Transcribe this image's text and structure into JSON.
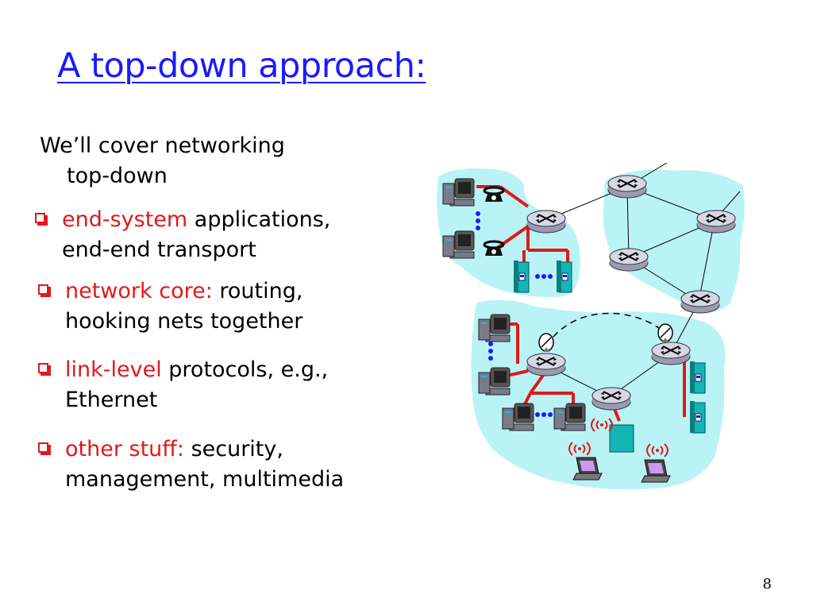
{
  "slide": {
    "title": "A top-down approach:",
    "intro_line1": "We’ll cover networking",
    "intro_line2": "top-down",
    "bullets": [
      {
        "keyword": "end-system",
        "rest": " applications,",
        "line2": "end-end transport"
      },
      {
        "keyword": "network core:",
        "rest": " routing,",
        "line2": "hooking nets together"
      },
      {
        "keyword": "link-level",
        "rest": " protocols, e.g.,",
        "line2": "Ethernet"
      },
      {
        "keyword": "other stuff:",
        "rest": " security,",
        "line2": "management, multimedia"
      }
    ],
    "page_number": "8"
  },
  "colors": {
    "title": "#1a1aff",
    "keyword": "#e0191a",
    "bullet": "#e0191a",
    "cloud": "#b9f3f5",
    "link": "#e0191a",
    "router": "#c8c8d6"
  },
  "diagram": {
    "icons": [
      "router-icon",
      "desktop-computer-icon",
      "telephone-icon",
      "server-icon",
      "laptop-icon",
      "satellite-dish-icon",
      "wireless-signal-icon",
      "access-point-icon"
    ]
  }
}
